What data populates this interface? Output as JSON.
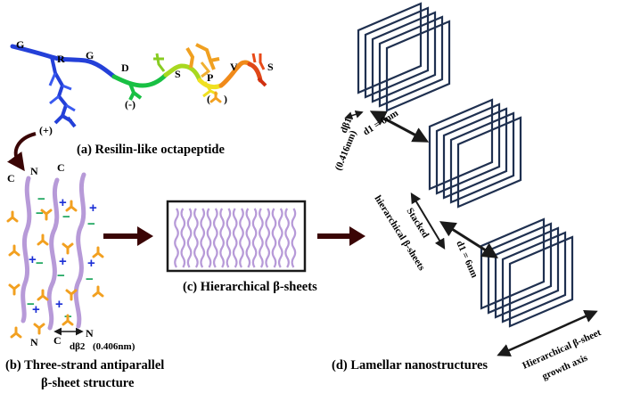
{
  "panel_a": {
    "caption": "(a) Resilin-like octapeptide",
    "residues": [
      "G",
      "R",
      "G",
      "D",
      "S",
      "P",
      "V",
      "S"
    ],
    "charges": [
      "(+)",
      "(-)",
      "(Y)"
    ]
  },
  "panel_b": {
    "caption_line1": "(b) Three-strand antiparallel",
    "caption_line2": "β-sheet structure",
    "termini": [
      "C",
      "N",
      "C",
      "N",
      "C",
      "N"
    ],
    "spacing_symbol": "dβ2",
    "spacing_value": "(0.406nm)"
  },
  "panel_c": {
    "caption": "(c) Hierarchical β-sheets"
  },
  "panel_d": {
    "caption": "(d) Lamellar nanostructures",
    "spacing1_symbol": "dβ1",
    "spacing1_value": "(0.416nm)",
    "d1_label_a": "d1 = 6nm",
    "d1_label_b": "d1 = 6nm",
    "stacked_line1": "Stacked",
    "stacked_line2": "hierarchical β-sheets",
    "growth_line1": "Hierarchical  β-sheet",
    "growth_line2": "growth axis"
  },
  "colors": {
    "frame": "#1f3050",
    "strand": "#b79ad8",
    "arrow_dark": "#3a0505",
    "plus": "#1b2fd6",
    "minus": "#16a35a",
    "tyrosine": "#f2a020"
  }
}
